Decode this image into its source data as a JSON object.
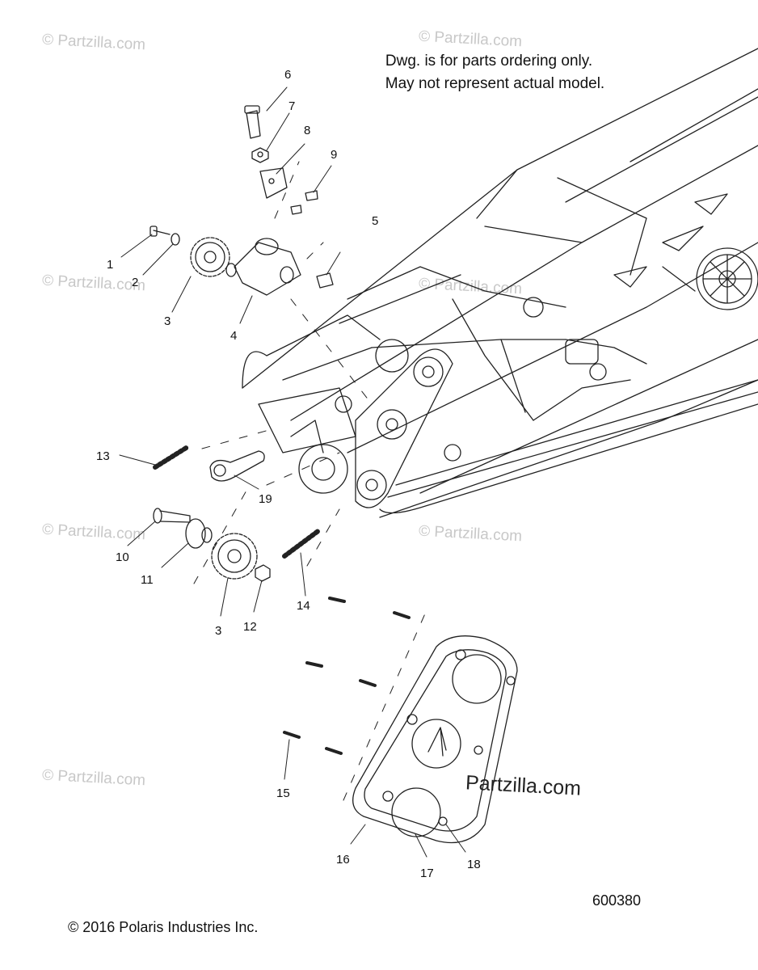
{
  "header_note": [
    "Dwg. is for parts ordering only.",
    "May not represent actual model."
  ],
  "copyright": "© 2016 Polaris Industries Inc.",
  "drawing_number": "600380",
  "watermark": "© Partzilla.com",
  "watermark_large": "Partzilla.com",
  "callouts": [
    "1",
    "2",
    "3",
    "4",
    "5",
    "6",
    "7",
    "8",
    "9",
    "10",
    "11",
    "3",
    "12",
    "13",
    "14",
    "15",
    "16",
    "17",
    "18",
    "19"
  ]
}
